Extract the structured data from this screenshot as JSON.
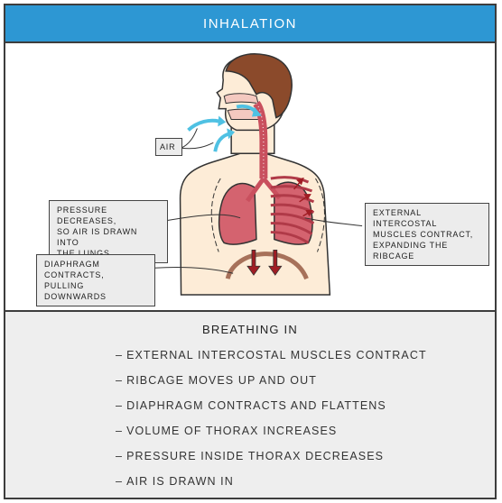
{
  "header": {
    "title": "INHALATION"
  },
  "labels": {
    "air": "AIR",
    "pressure": "PRESSURE DECREASES,\nSO AIR IS DRAWN INTO\nTHE LUNGS",
    "diaphragm": "DIAPHRAGM CONTRACTS,\nPULLING DOWNWARDS",
    "intercostal": "EXTERNAL INTERCOSTAL\nMUSCLES CONTRACT,\nEXPANDING THE RIBCAGE"
  },
  "summary": {
    "title": "BREATHING IN",
    "items": [
      "EXTERNAL INTERCOSTAL MUSCLES CONTRACT",
      "RIBCAGE MOVES UP AND OUT",
      "DIAPHRAGM CONTRACTS AND FLATTENS",
      "VOLUME OF THORAX INCREASES",
      "PRESSURE INSIDE THORAX DECREASES",
      "AIR IS DRAWN IN"
    ],
    "bullet": "–"
  },
  "colors": {
    "header": "#2d97d3",
    "skin": "#fdecd7",
    "hair": "#8b4a2b",
    "lung": "#d4636f",
    "diaphragm": "#a7715a",
    "arrow_air": "#4fc1e3",
    "arrow_down": "#a01d24",
    "panel": "#eeeeee"
  }
}
